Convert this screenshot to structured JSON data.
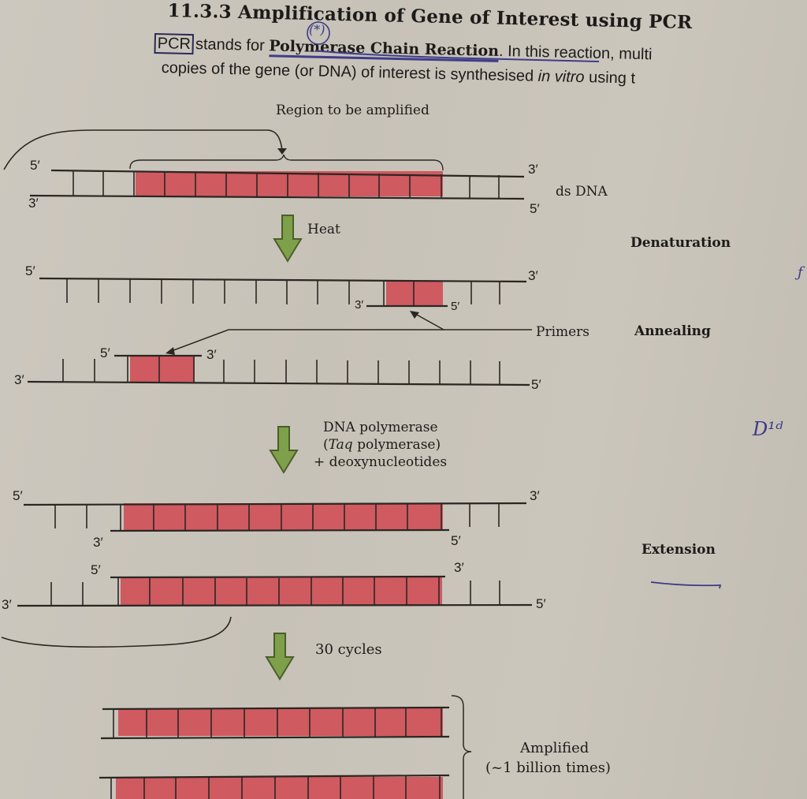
{
  "page": {
    "heading": "11.3.3 Amplification of Gene of Interest using PCR",
    "intro": {
      "abbr": "PCR",
      "stands_for_text": "stands for",
      "full_name": "Polymerase Chain Reaction",
      "line1_rest": ". In this reaction, multi",
      "line2": "copies of the gene (or DNA) of interest is synthesised",
      "line2_italic": "in vitro",
      "line2_tail": "using t"
    },
    "handwritten_marks": {
      "circled_star": "(*)",
      "margin_note": "D¹ᵈ",
      "margin_mark_right": "ƒ"
    }
  },
  "diagram": {
    "region_label": "Region to be amplified",
    "ds_dna_label": "ds DNA",
    "strand_ends": {
      "five_prime": "5′",
      "three_prime": "3′"
    },
    "arrows": [
      {
        "label": "Heat"
      },
      {
        "label_lines": [
          "DNA polymerase",
          "(Taq polymerase)",
          "+ deoxynucleotides"
        ],
        "italic_word": "Taq"
      },
      {
        "label": "30 cycles"
      }
    ],
    "primers_label": "Primers",
    "steps": [
      "Denaturation",
      "Annealing",
      "Extension"
    ],
    "amplified_label": [
      "Amplified",
      "(~1 billion times)"
    ],
    "colors": {
      "target_region": "#cf5a60",
      "arrow_fill": "#7fa04a",
      "arrow_stroke": "#4a5e2a",
      "strand": "#2a2622",
      "paper": "#c9c4bb",
      "pen_ink": "#3b3a86"
    },
    "segments_in_region": 10
  }
}
